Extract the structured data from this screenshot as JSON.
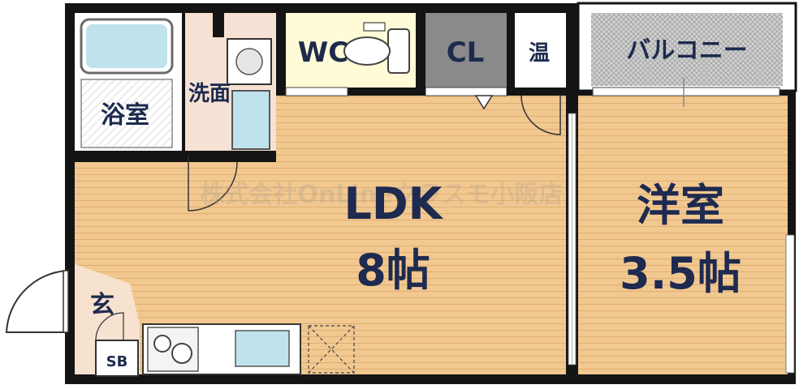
{
  "rooms": {
    "bath": "浴室",
    "washroom": "洗面",
    "wc": "WC",
    "closet": "CL",
    "water_heater": "温",
    "balcony": "バルコニー",
    "ldk_name": "LDK",
    "ldk_size": "8帖",
    "western_name": "洋室",
    "western_size": "3.5帖",
    "entrance": "玄",
    "shoe_box": "SB"
  },
  "watermark": "株式会社OnLineクラスモ小阪店",
  "colors": {
    "wall": "#141414",
    "floor": "#f2c891",
    "wet_area": "#ffffff",
    "wc_floor": "#fffbd6",
    "closet_floor": "#8a8a8a",
    "balcony_floor": "#c8c8c8",
    "entrance_floor": "#f7e2d0",
    "label": "#1d2a4e",
    "fixture": "#b9dfe9"
  }
}
